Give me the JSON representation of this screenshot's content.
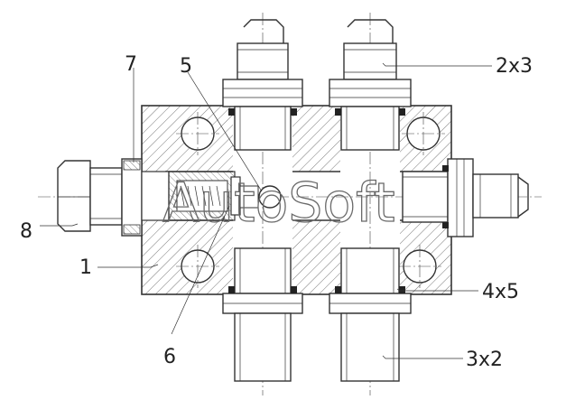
{
  "watermark": "AutoSoft",
  "callouts": [
    {
      "id": "c1",
      "text": "1"
    },
    {
      "id": "c2x3",
      "text": "2x3"
    },
    {
      "id": "c3x2",
      "text": "3x2"
    },
    {
      "id": "c4x5",
      "text": "4x5"
    },
    {
      "id": "c5",
      "text": "5"
    },
    {
      "id": "c6",
      "text": "6"
    },
    {
      "id": "c7",
      "text": "7"
    },
    {
      "id": "c8",
      "text": "8"
    }
  ],
  "colors": {
    "line": "#333333",
    "background": "#ffffff"
  }
}
